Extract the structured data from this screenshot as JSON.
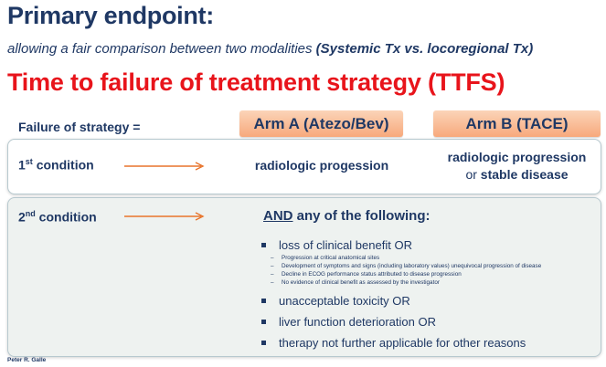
{
  "title": "Primary endpoint:",
  "subtitle_plain": "allowing a fair comparison between two modalities ",
  "subtitle_bold": "(Systemic Tx vs. locoregional Tx)",
  "heading": "Time to failure of treatment strategy (TTFS)",
  "failure_label": "Failure of strategy =",
  "arms": {
    "a": "Arm A (Atezo/Bev)",
    "b": "Arm B (TACE)"
  },
  "condition1": {
    "label_num": "1",
    "label_sup": "st",
    "label_rest": " condition",
    "arm_a": "radiologic progession",
    "arm_b_line1": "radiologic progression",
    "arm_b_or": "or ",
    "arm_b_line2": "stable disease"
  },
  "condition2": {
    "label_num": "2",
    "label_sup": "nd",
    "label_rest": " condition",
    "heading_and": "AND",
    "heading_rest": " any of the following:",
    "bullets": [
      "loss of clinical benefit OR",
      "unacceptable toxicity OR",
      "liver function deterioration OR",
      "therapy not further applicable for other reasons"
    ],
    "sub_items": [
      "Progression at critical anatomical sites",
      "Development of symptoms and signs (including laboratory values) unequivocal progression of disease",
      "Decline in ECOG performance status attributed to disease progression",
      "No evidence of clinical benefit as assessed by the investigator"
    ],
    "sub_dash": "–"
  },
  "author": "Peter R. Galle",
  "colors": {
    "navy": "#1f3864",
    "red": "#e8141b",
    "arm_fill": "#f7a97c",
    "arrow": "#e8742b"
  }
}
